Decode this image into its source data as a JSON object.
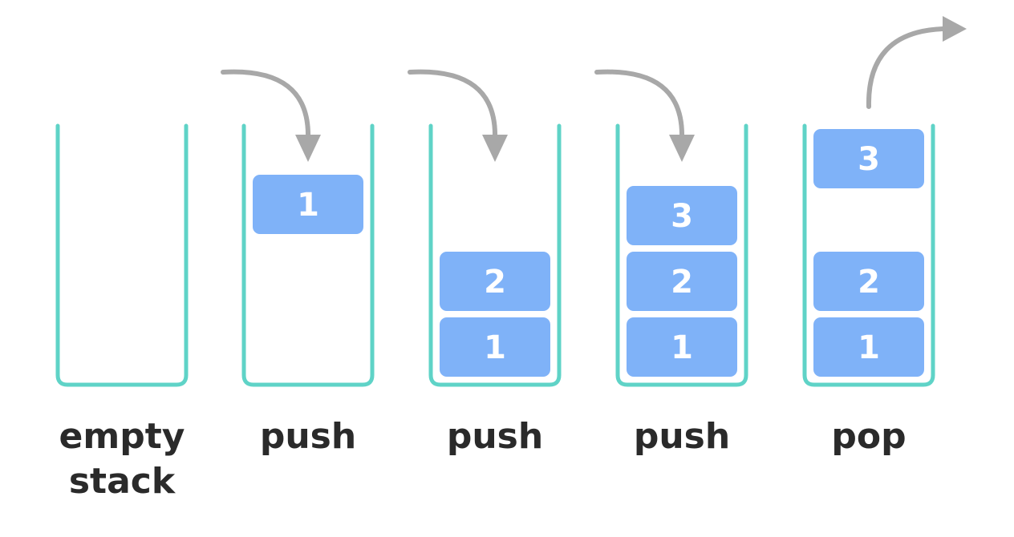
{
  "colors": {
    "container": "#5fd3c7",
    "block": "#7fb2f8",
    "block_text": "#ffffff",
    "arrow": "#a8a8a8",
    "label": "#2a2a2a"
  },
  "stages": [
    {
      "label_lines": [
        "empty",
        "stack"
      ],
      "arrow": "none",
      "blocks": []
    },
    {
      "label_lines": [
        "push"
      ],
      "arrow": "push",
      "blocks": [
        "1"
      ]
    },
    {
      "label_lines": [
        "push"
      ],
      "arrow": "push",
      "blocks": [
        "2",
        "1"
      ]
    },
    {
      "label_lines": [
        "push"
      ],
      "arrow": "push",
      "blocks": [
        "3",
        "2",
        "1"
      ]
    },
    {
      "label_lines": [
        "pop"
      ],
      "arrow": "pop",
      "blocks": [
        "3",
        "2",
        "1"
      ]
    }
  ]
}
